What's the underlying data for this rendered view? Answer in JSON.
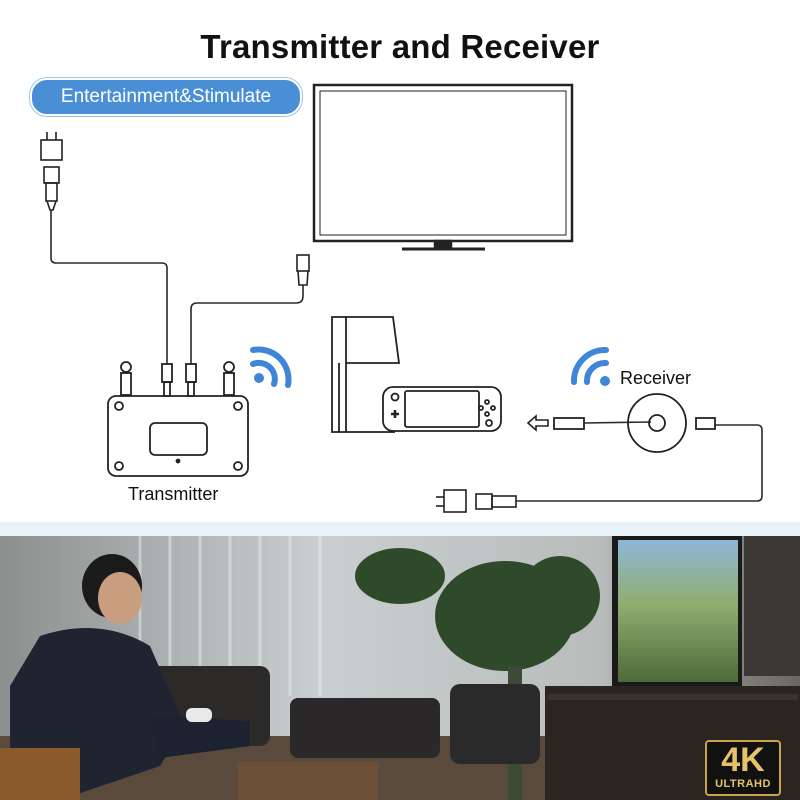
{
  "title": "Transmitter and Receiver",
  "badge": "Entertainment&Stimulate",
  "labels": {
    "transmitter": "Transmitter",
    "receiver": "Receiver"
  },
  "badge_4k": {
    "big": "4K",
    "small": "ULTRAHD"
  },
  "colors": {
    "accent": "#4a8fd6",
    "wifi": "#3f86d8",
    "line": "#2a2a2a"
  }
}
